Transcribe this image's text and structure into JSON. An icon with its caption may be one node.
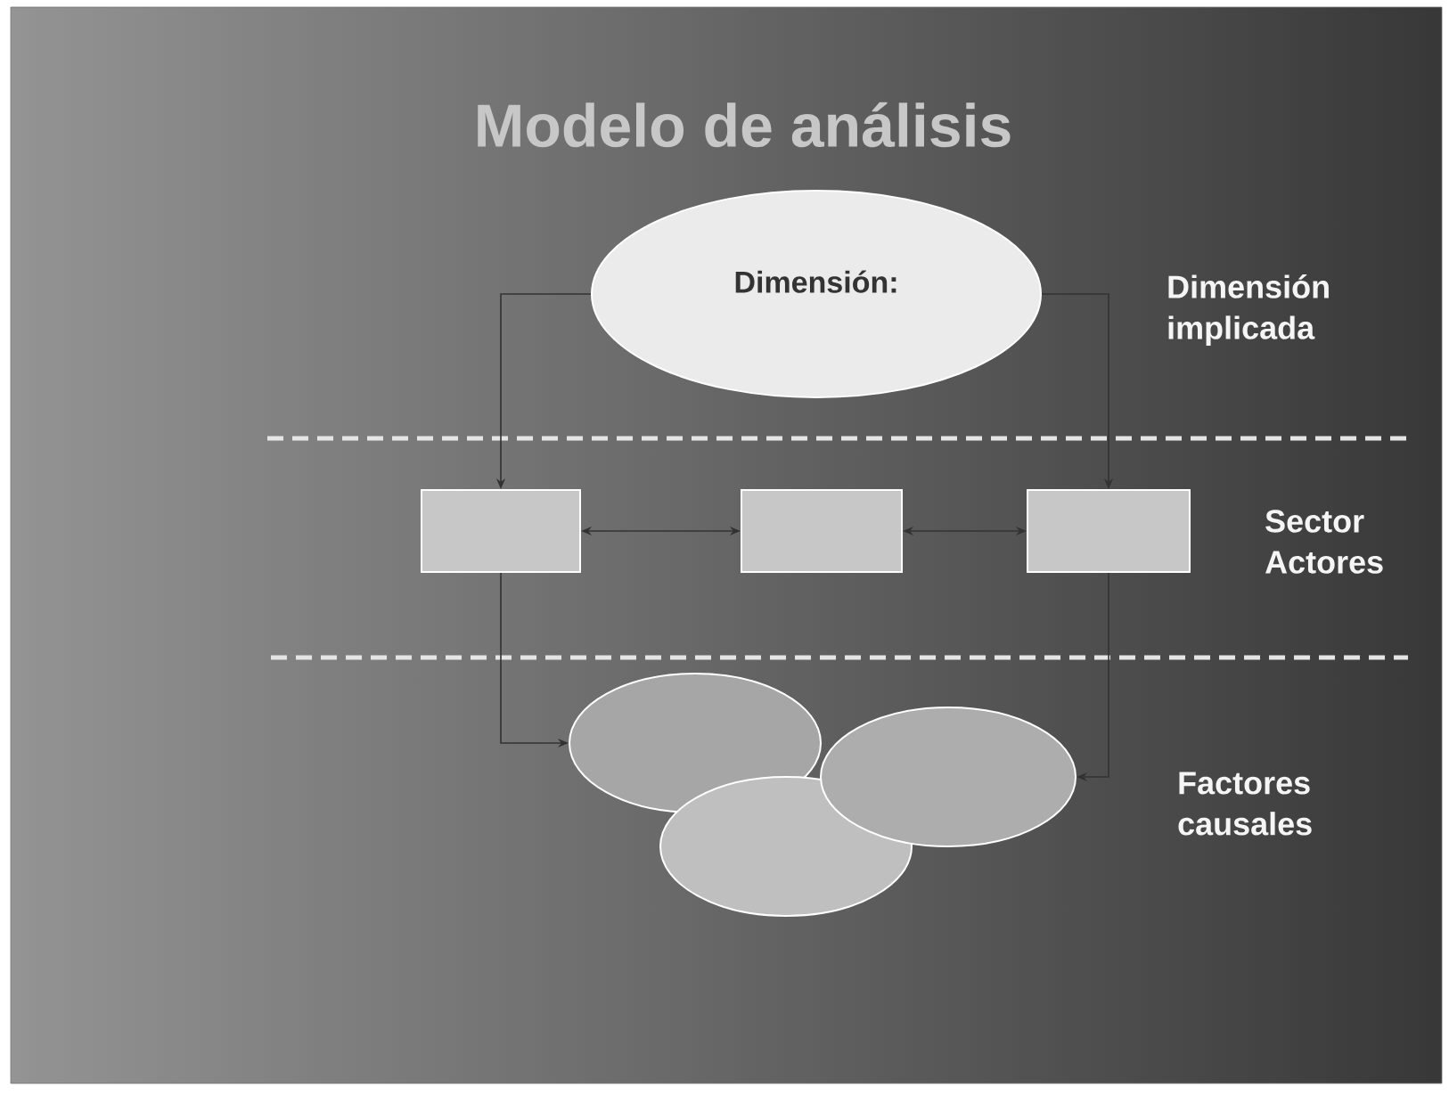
{
  "diagram": {
    "title": "Modelo de análisis",
    "nodes": [
      {
        "text": [
          "Dimensión:"
        ]
      },
      {
        "text": [],
        "shape": "box"
      },
      {
        "text": [],
        "shape": "box"
      },
      {
        "text": [],
        "shape": "box"
      },
      {
        "text": [],
        "shape": "circle"
      },
      {
        "text": [],
        "shape": "circle"
      },
      {
        "text": [],
        "shape": "circle"
      }
    ],
    "edges": [
      {
        "from": 0,
        "to": 1,
        "arrow": "to"
      },
      {
        "from": 0,
        "to": 3,
        "arrow": "to"
      },
      {
        "from": 1,
        "to": 2,
        "arrow": "both"
      },
      {
        "from": 2,
        "to": 3,
        "arrow": "both"
      },
      {
        "from": 1,
        "to": 4,
        "arrow": "to"
      },
      {
        "from": 3,
        "to": 6,
        "arrow": "to"
      }
    ],
    "labels": [
      "Dimensión implicada",
      "Sector Actores",
      "Factores causales"
    ]
  }
}
